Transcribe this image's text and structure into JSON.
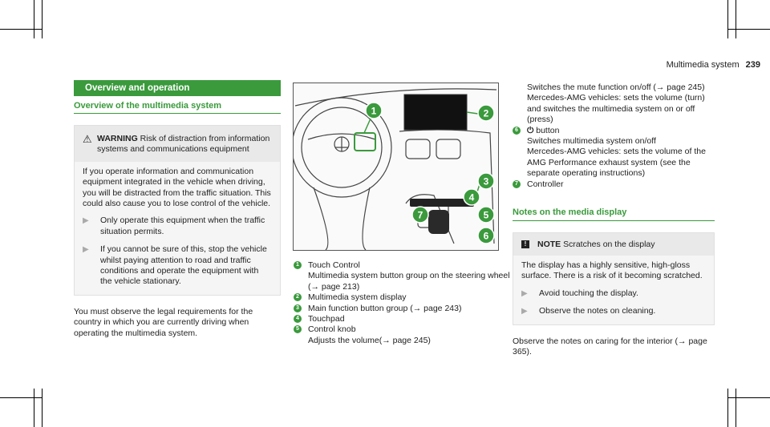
{
  "page_header": {
    "section": "Multimedia system",
    "page_number": "239"
  },
  "left": {
    "banner": "Overview and operation",
    "subheading": "Overview of the multimedia system",
    "warning": {
      "title": "WARNING",
      "title_rest": " Risk of distraction from information systems and communications equipment",
      "body": "If you operate information and communication equipment integrated in the vehicle when driving, you will be distracted from the traffic situation. This could also cause you to lose control of the vehicle.",
      "bullets": [
        "Only operate this equipment when the traffic situation permits.",
        "If you cannot be sure of this, stop the vehicle whilst paying attention to road and traffic conditions and operate the equipment with the vehicle stationary."
      ]
    },
    "paragraph": "You must observe the legal requirements for the country in which you are currently driving when operating the multimedia system."
  },
  "figure": {
    "callouts": [
      "1",
      "2",
      "3",
      "4",
      "5",
      "6",
      "7"
    ]
  },
  "legend": [
    {
      "n": "1",
      "label": "Touch Control",
      "sub": "Multimedia system button group on the steering wheel (→ page 213)"
    },
    {
      "n": "2",
      "label": "Multimedia system display",
      "sub": ""
    },
    {
      "n": "3",
      "label": "Main function button group (→ page 243)",
      "sub": ""
    },
    {
      "n": "4",
      "label": "Touchpad",
      "sub": ""
    },
    {
      "n": "5",
      "label": "Control knob",
      "sub": "Adjusts the volume(→ page 245)"
    }
  ],
  "right": {
    "cont": [
      "Switches the mute function on/off (→ page 245)",
      "Mercedes-AMG vehicles: sets the volume (turn) and switches the multimedia system on or off (press)"
    ],
    "item6": {
      "n": "6",
      "icon": "power-icon",
      "glyph": "⏻",
      "label": " button",
      "subs": [
        "Switches multimedia system on/off",
        "Mercedes-AMG vehicles: sets the volume of the AMG Performance exhaust system (see the separate operating instructions)"
      ]
    },
    "item7": {
      "n": "7",
      "label": "Controller"
    },
    "subheading": "Notes on the media display",
    "note": {
      "icon_glyph": "!",
      "title": "NOTE",
      "title_rest": " Scratches on the display",
      "body": "The display has a highly sensitive, high-gloss surface. There is a risk of it becoming scratched.",
      "bullets": [
        "Avoid touching the display.",
        "Observe the notes on cleaning."
      ]
    },
    "paragraph": "Observe the notes on caring for the interior (→ page 365)."
  },
  "colors": {
    "accent": "#3a9a3c"
  }
}
